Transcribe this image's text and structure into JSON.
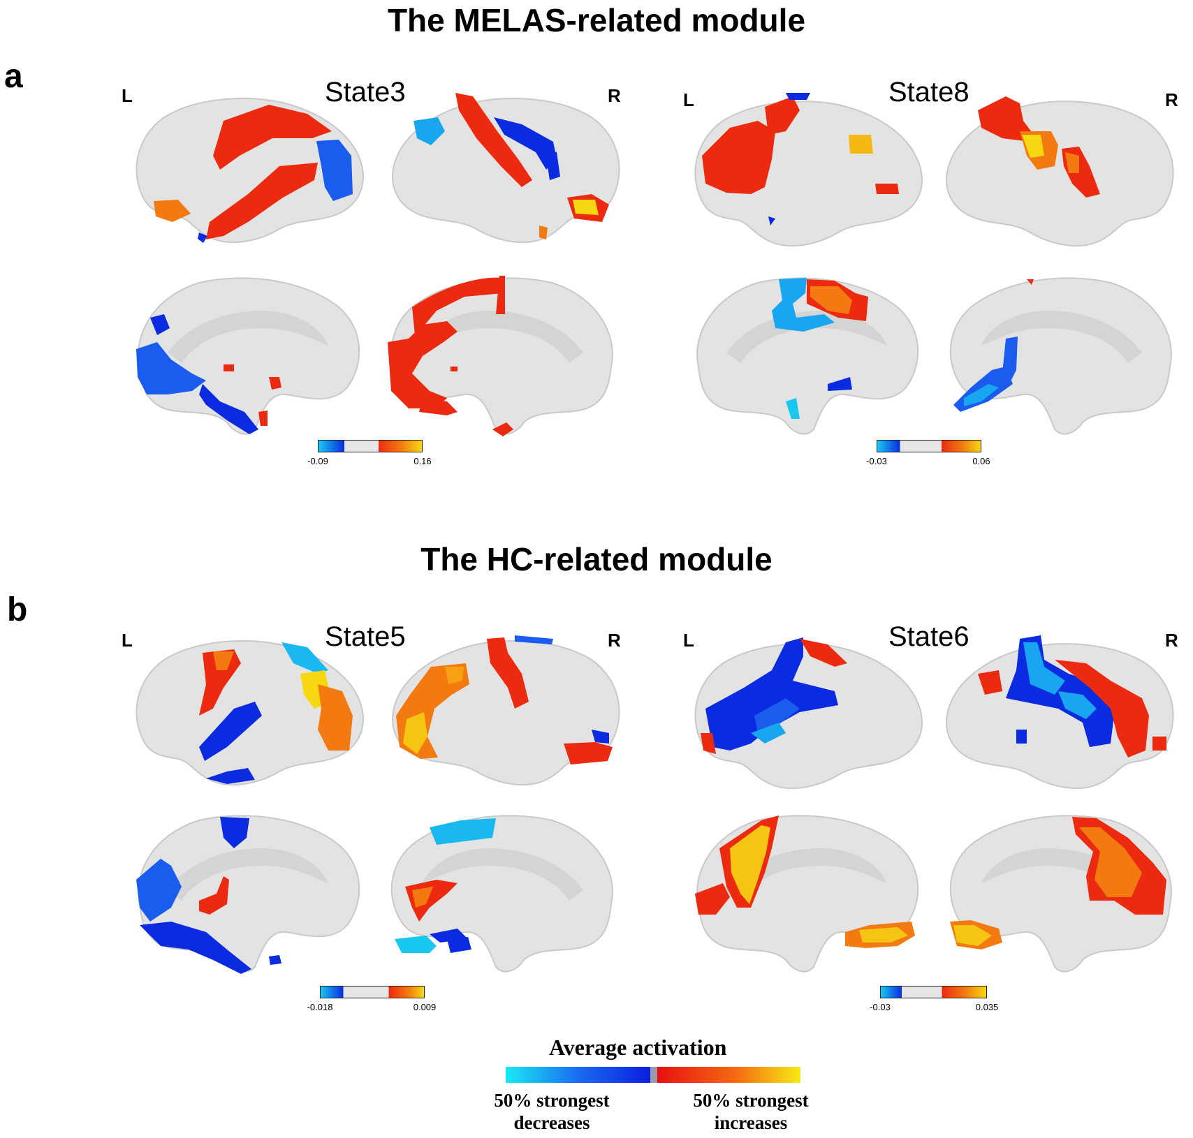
{
  "sections": [
    {
      "title": "The MELAS-related module",
      "panel": "a",
      "states": [
        {
          "name": "State3",
          "left_label": "L",
          "right_label": "R",
          "colorbar_min": "-0.09",
          "colorbar_max": "0.16"
        },
        {
          "name": "State8",
          "left_label": "L",
          "right_label": "R",
          "colorbar_min": "-0.03",
          "colorbar_max": "0.06"
        }
      ]
    },
    {
      "title": "The HC-related module",
      "panel": "b",
      "states": [
        {
          "name": "State5",
          "left_label": "L",
          "right_label": "R",
          "colorbar_min": "-0.018",
          "colorbar_max": "0.009"
        },
        {
          "name": "State6",
          "left_label": "L",
          "right_label": "R",
          "colorbar_min": "-0.03",
          "colorbar_max": "0.035"
        }
      ]
    }
  ],
  "legend": {
    "title": "Average activation",
    "decrease_line1": "50% strongest",
    "decrease_line2": "decreases",
    "increase_line1": "50% strongest",
    "increase_line2": "increases"
  },
  "colors": {
    "brain": "#e3e3e3",
    "dark_blue": "#0a2be0",
    "light_blue": "#19c8f0",
    "red": "#ec2a10",
    "orange": "#f37a10",
    "yellow": "#f6d812"
  }
}
